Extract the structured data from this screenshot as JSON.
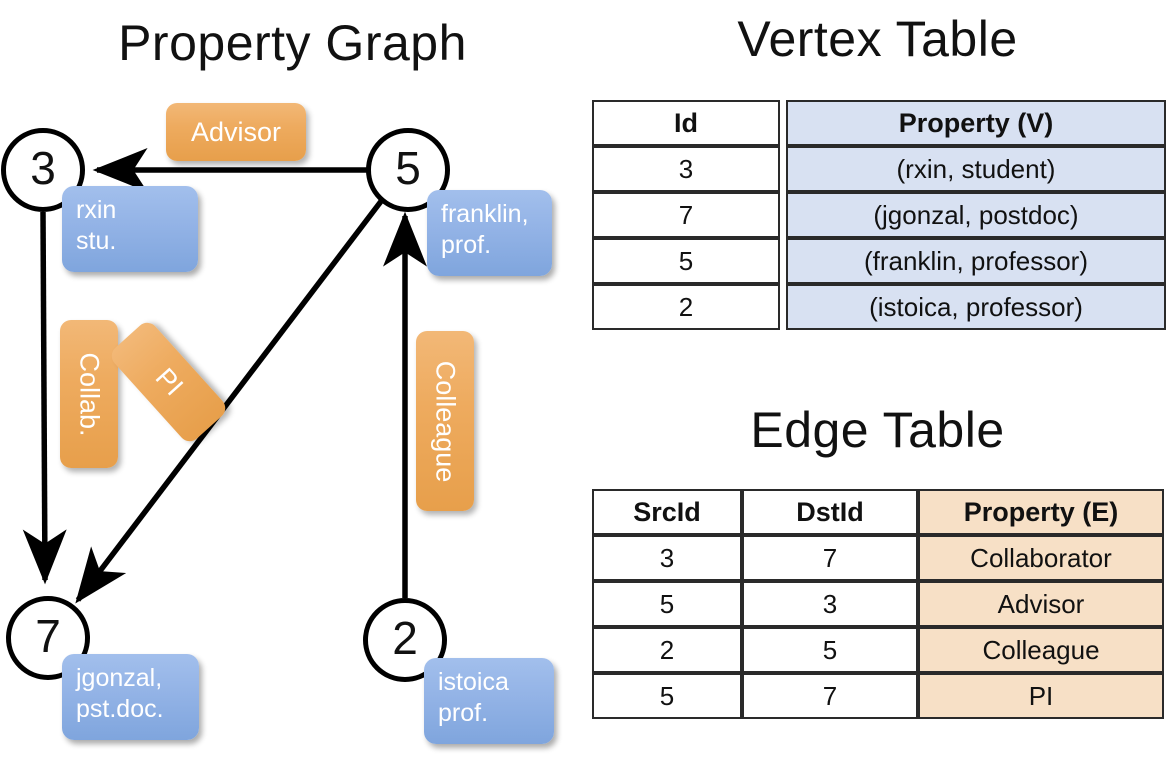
{
  "panels": {
    "graph_title": "Property Graph",
    "vertex_title": "Vertex Table",
    "edge_title": "Edge Table"
  },
  "colors": {
    "node_stroke": "#000000",
    "node_fill": "#ffffff",
    "vertex_property_bg": "#d8e1f2",
    "edge_property_bg": "#f7e0c6",
    "property_box_blue": "#93b3e6",
    "edge_label_orange": "#eeab5f"
  },
  "graph": {
    "nodes": [
      {
        "id": "3",
        "label": "3",
        "property_line1": "rxin",
        "property_line2": "stu."
      },
      {
        "id": "5",
        "label": "5",
        "property_line1": "franklin,",
        "property_line2": "prof."
      },
      {
        "id": "7",
        "label": "7",
        "property_line1": "jgonzal,",
        "property_line2": "pst.doc."
      },
      {
        "id": "2",
        "label": "2",
        "property_line1": "istoica",
        "property_line2": "prof."
      }
    ],
    "edge_labels": [
      {
        "name": "advisor",
        "text": "Advisor"
      },
      {
        "name": "collab",
        "text": "Collab."
      },
      {
        "name": "pi",
        "text": "PI"
      },
      {
        "name": "colleague",
        "text": "Colleague"
      }
    ]
  },
  "vertex_table": {
    "headers": [
      "Id",
      "Property (V)"
    ],
    "rows": [
      {
        "id": "3",
        "property": "(rxin, student)"
      },
      {
        "id": "7",
        "property": "(jgonzal, postdoc)"
      },
      {
        "id": "5",
        "property": "(franklin, professor)"
      },
      {
        "id": "2",
        "property": "(istoica, professor)"
      }
    ]
  },
  "edge_table": {
    "headers": [
      "SrcId",
      "DstId",
      "Property (E)"
    ],
    "rows": [
      {
        "src": "3",
        "dst": "7",
        "property": "Collaborator"
      },
      {
        "src": "5",
        "dst": "3",
        "property": "Advisor"
      },
      {
        "src": "2",
        "dst": "5",
        "property": "Colleague"
      },
      {
        "src": "5",
        "dst": "7",
        "property": "PI"
      }
    ]
  }
}
